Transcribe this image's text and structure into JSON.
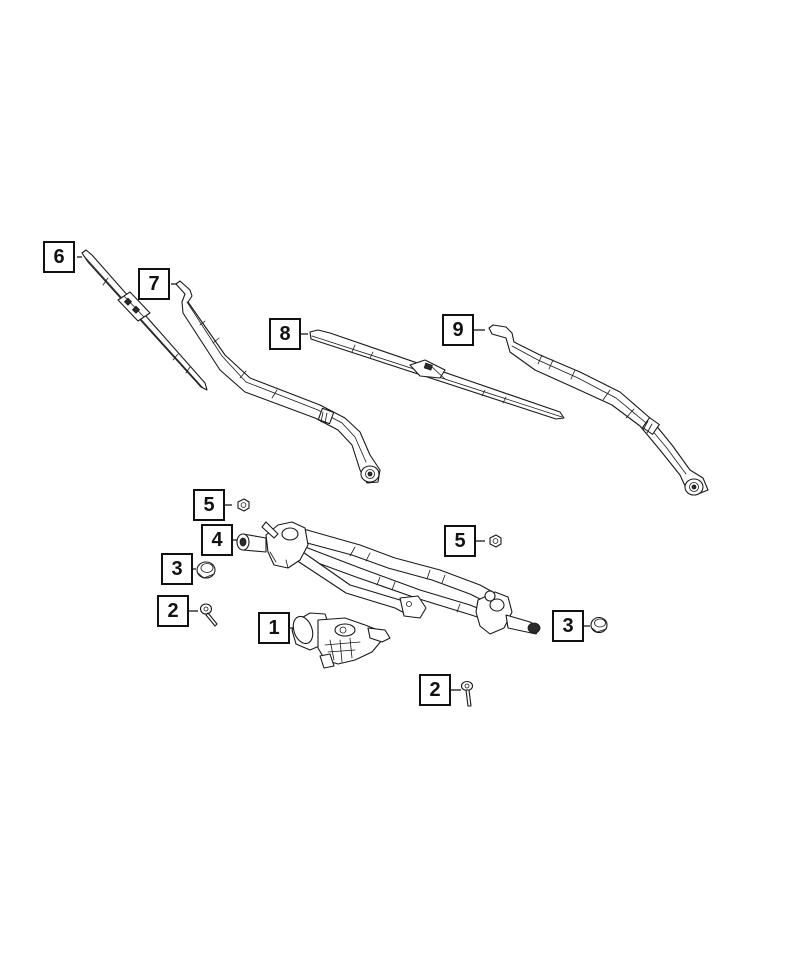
{
  "diagram": {
    "type": "exploded-parts-diagram",
    "subject": "windshield wiper system",
    "background": "#ffffff",
    "line_color": "#1a1a1a"
  },
  "callouts": [
    {
      "id": "c6",
      "number": "6",
      "part": "wiper-blade-left"
    },
    {
      "id": "c7",
      "number": "7",
      "part": "wiper-arm-left"
    },
    {
      "id": "c8",
      "number": "8",
      "part": "wiper-blade-right"
    },
    {
      "id": "c9",
      "number": "9",
      "part": "wiper-arm-right"
    },
    {
      "id": "c5a",
      "number": "5",
      "part": "arm-nut-left"
    },
    {
      "id": "c4",
      "number": "4",
      "part": "pivot-bushing"
    },
    {
      "id": "c3a",
      "number": "3",
      "part": "pivot-cap-left"
    },
    {
      "id": "c2a",
      "number": "2",
      "part": "mounting-bolt-left"
    },
    {
      "id": "c1",
      "number": "1",
      "part": "wiper-motor"
    },
    {
      "id": "c5b",
      "number": "5",
      "part": "arm-nut-right"
    },
    {
      "id": "c3b",
      "number": "3",
      "part": "pivot-cap-right"
    },
    {
      "id": "c2b",
      "number": "2",
      "part": "mounting-bolt-right"
    }
  ]
}
